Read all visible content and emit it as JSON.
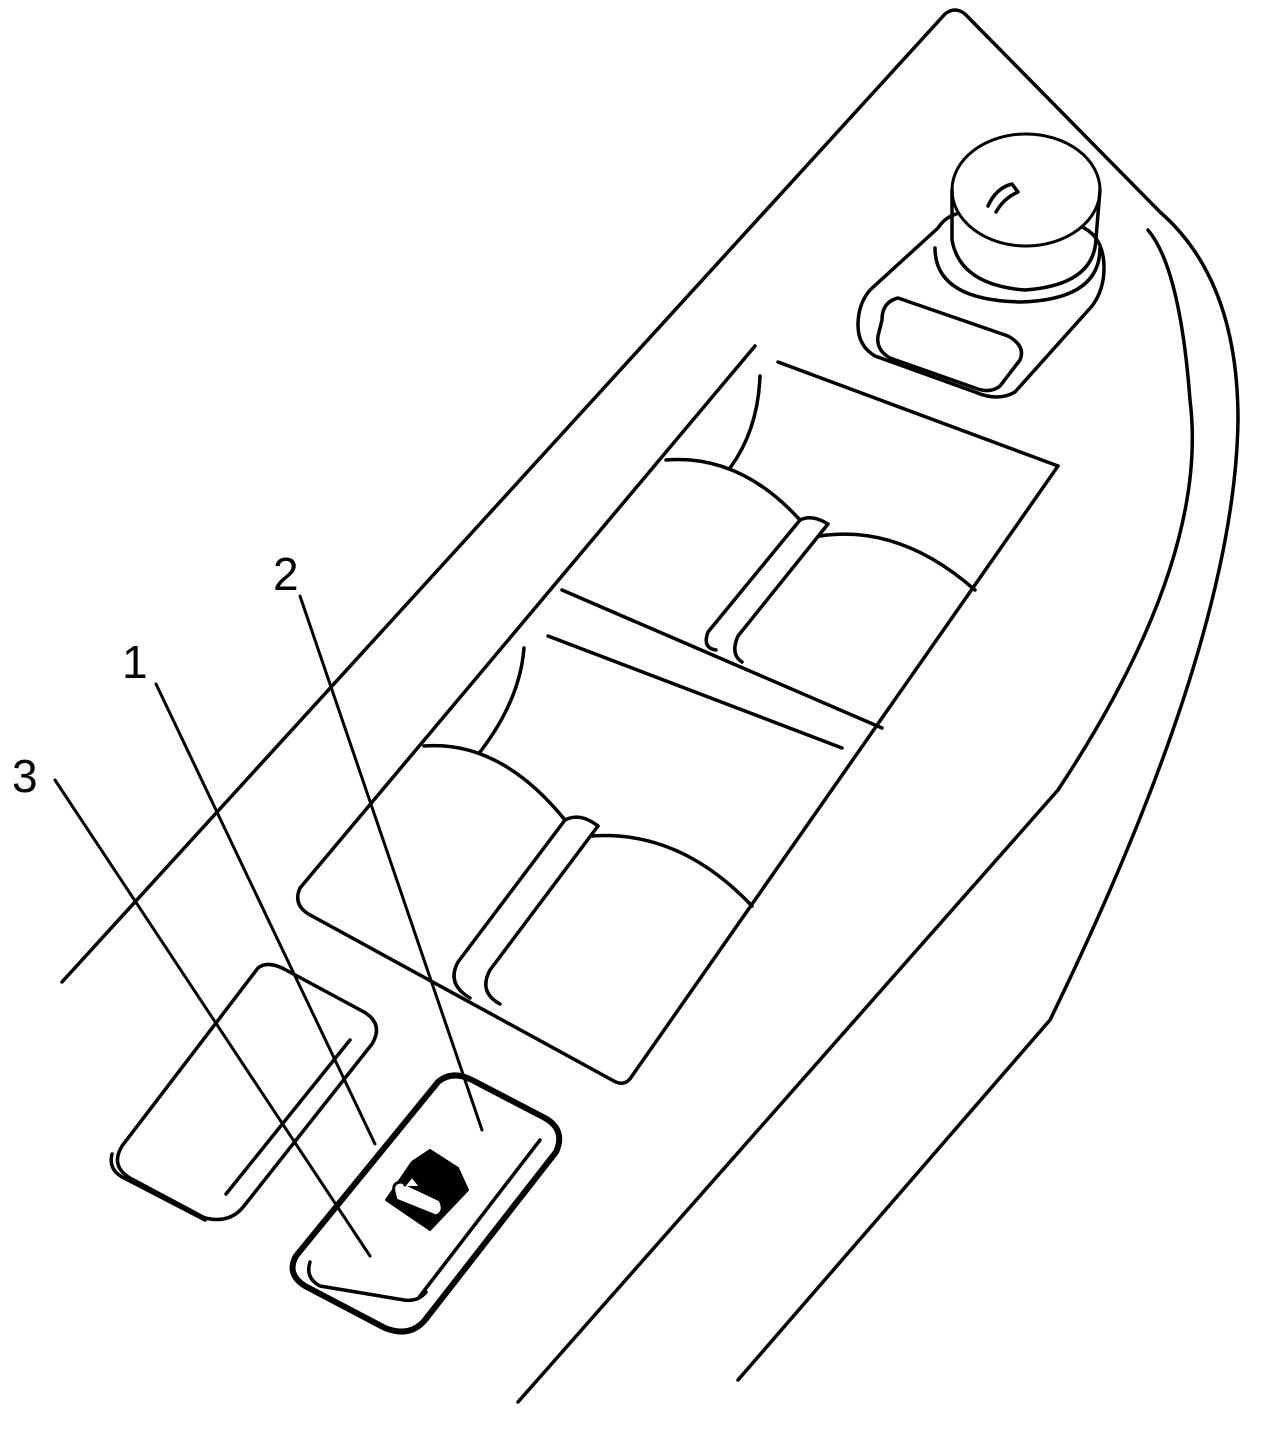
{
  "callouts": [
    {
      "id": "1",
      "label": "1"
    },
    {
      "id": "2",
      "label": "2"
    },
    {
      "id": "3",
      "label": "3"
    }
  ],
  "icons": {
    "lock_switch": "window-lock-icon",
    "mirror_switch": "mirror-control-knob-icon"
  },
  "colors": {
    "line": "#000000",
    "background": "#ffffff"
  }
}
